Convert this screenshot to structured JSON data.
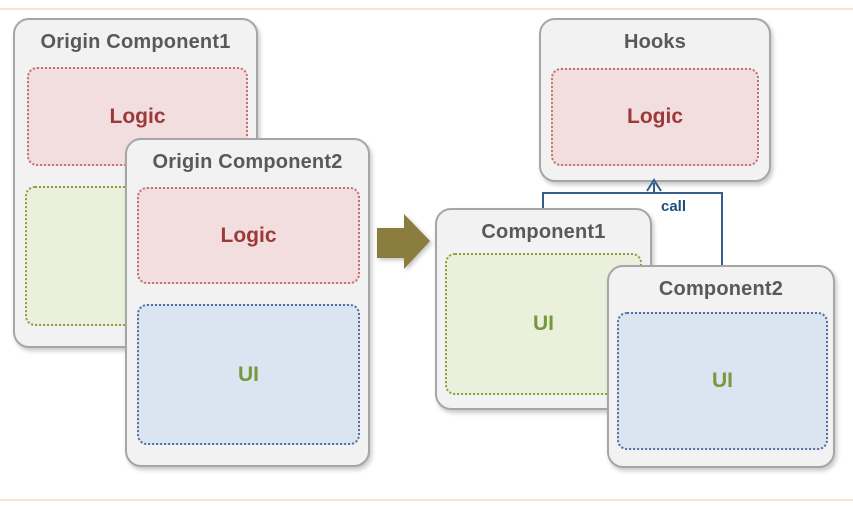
{
  "diagram": {
    "origin_component1": {
      "title": "Origin Component1",
      "logic_label": "Logic"
    },
    "origin_component2": {
      "title": "Origin Component2",
      "logic_label": "Logic",
      "ui_label": "UI"
    },
    "hooks": {
      "title": "Hooks",
      "logic_label": "Logic"
    },
    "component1": {
      "title": "Component1",
      "ui_label": "UI"
    },
    "component2": {
      "title": "Component2",
      "ui_label": "UI"
    },
    "connector": {
      "call_label": "call"
    }
  },
  "colors": {
    "page_rule": "#f9e2cf",
    "component_box_bg": "#f2f2f2",
    "component_box_border": "#a6a6a6",
    "title_text": "#595959",
    "logic_bg": "#f2dede",
    "logic_border": "#c4706c",
    "logic_text": "#9c3a3a",
    "ui_green_bg": "#ebf0dc",
    "ui_green_border": "#85a03e",
    "ui_text": "#77993d",
    "ui_blue_bg": "#dbe5f1",
    "ui_blue_border": "#51719f",
    "connector_line": "#355e8c",
    "call_text": "#1d4e7c",
    "transform_arrow": "#8b7d3e"
  }
}
